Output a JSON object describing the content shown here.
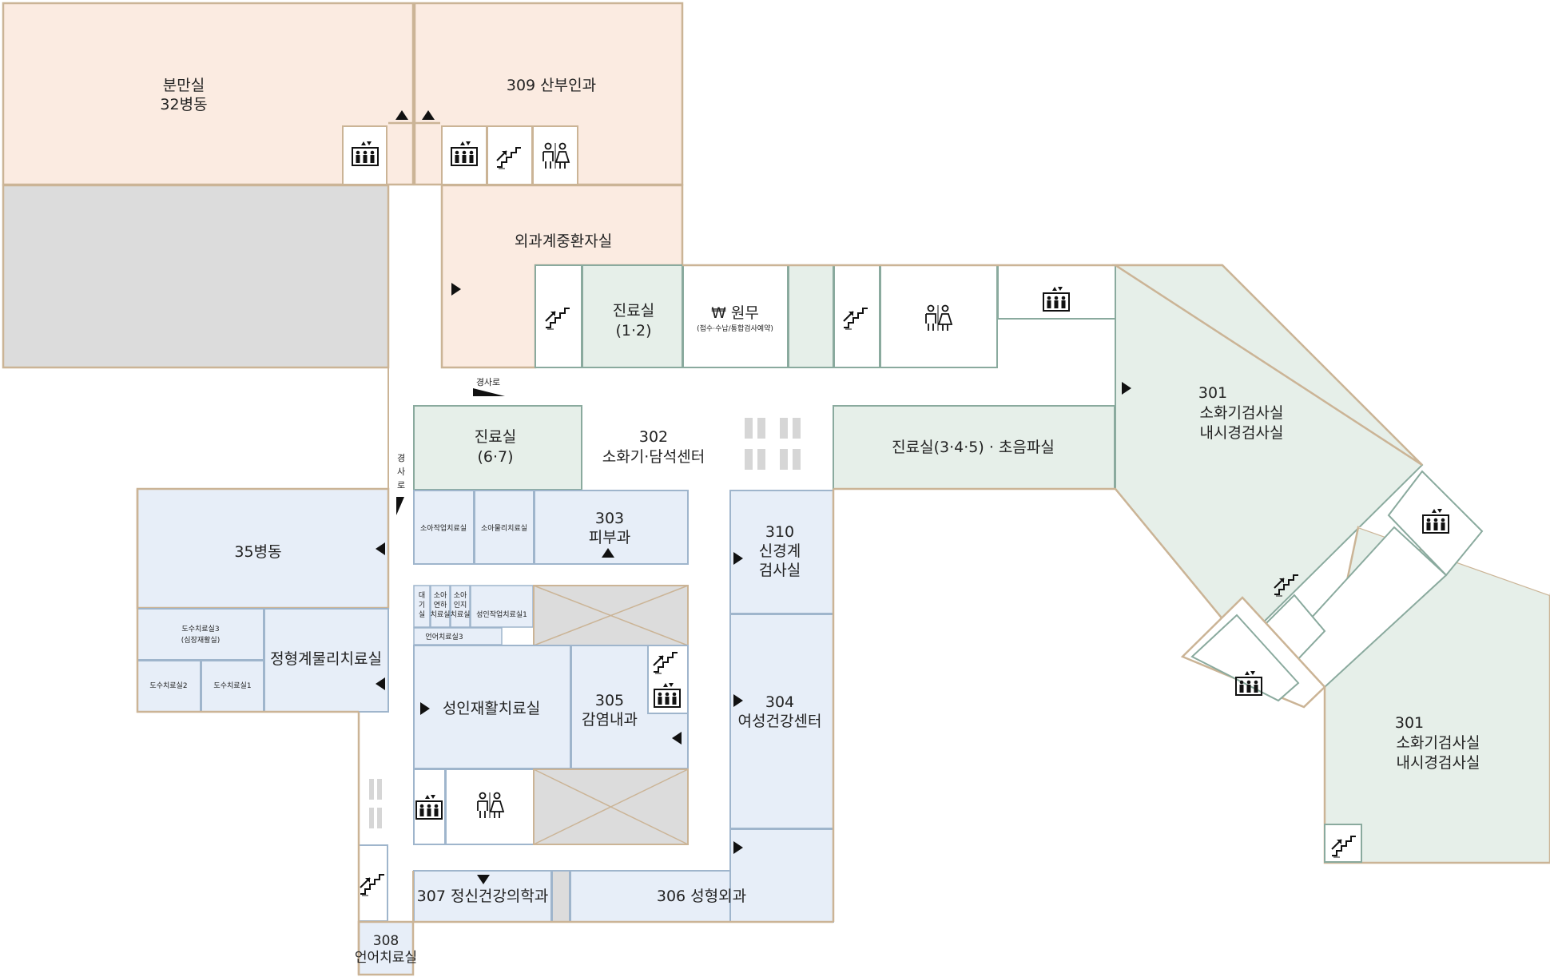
{
  "colors": {
    "orange_fill": "#fbebe1",
    "green_fill": "#e6efe9",
    "blue_fill": "#e7eef8",
    "gray_fill": "#dcdcdc",
    "wall": "#cbb496",
    "green_line": "#8aaa9e",
    "blue_line": "#9fb5cc",
    "text": "#222222"
  },
  "icons": [
    "elevator-icon",
    "stairs-icon",
    "restroom-icon",
    "arrow-icon",
    "crosswalk-icon"
  ],
  "rooms": {
    "delivery": [
      "분만실",
      "32병동"
    ],
    "obgyn": "309 산부인과",
    "surgery_icu": "외과계중환자실",
    "clinic12": [
      "진료실",
      "(1·2)"
    ],
    "admin": "₩ 원무",
    "admin_sub": "(접수·수납/통합검사예약)",
    "ramp": "경사로",
    "ramp_v": [
      "경",
      "사",
      "로"
    ],
    "clinic67": [
      "진료실",
      "(6·7)"
    ],
    "digestive": [
      "302",
      "소화기·담석센터"
    ],
    "clinic345": "진료실(3·4·5) · 초음파실",
    "endo1": [
      "301",
      "소화기검사실",
      "내시경검사실"
    ],
    "endo2": [
      "301",
      "소화기검사실",
      "내시경검사실"
    ],
    "ward35": "35병동",
    "peds_ot": "소아작업치료실",
    "peds_pt": "소아물리치료실",
    "derm": [
      "303",
      "피부과"
    ],
    "neuro": [
      "310",
      "신경계",
      "검사실"
    ],
    "hydro3": [
      "도수치료실3",
      "(심장재활실)"
    ],
    "hydro2": "도수치료실2",
    "hydro1": "도수치료실1",
    "ortho_pt": "정형계물리치료실",
    "waiting": [
      "대",
      "기",
      "실"
    ],
    "speech_peds": [
      "소아",
      "연하",
      "치료실"
    ],
    "cog_peds": [
      "소아",
      "인지",
      "치료실"
    ],
    "adult_ot": "성인작업치료실1",
    "speech3": "언어치료실3",
    "adult_rehab": "성인재활치료실",
    "infect": [
      "305",
      "감염내과"
    ],
    "women": [
      "304",
      "여성건강센터"
    ],
    "psych": "307 정신건강의학과",
    "ortho": "306 성형외과",
    "speech308": [
      "308",
      "언어치료실"
    ]
  }
}
